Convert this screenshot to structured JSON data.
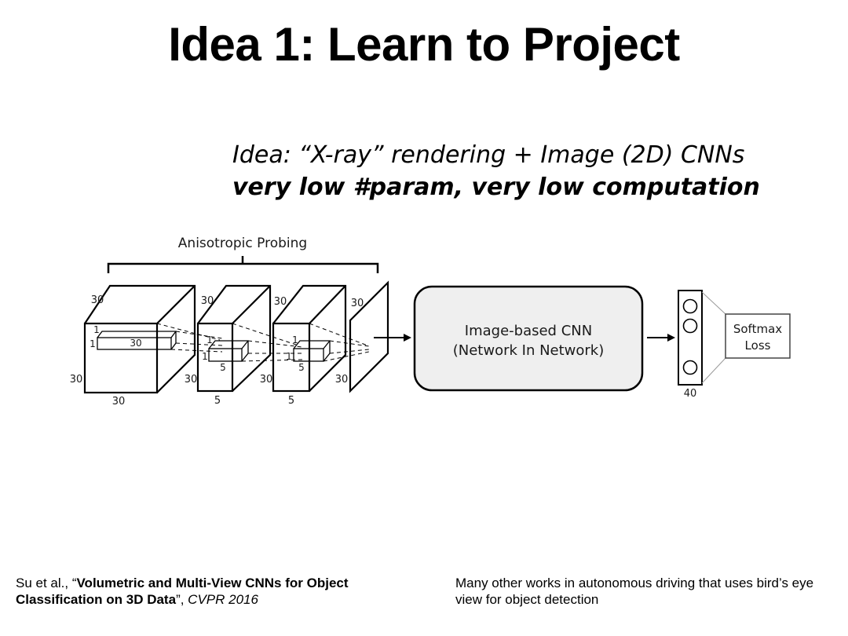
{
  "slide": {
    "title": "Idea 1: Learn to Project",
    "idea_line1": "Idea: “X-ray” rendering + Image (2D) CNNs",
    "idea_line2": "very low #param, very low computation"
  },
  "diagram": {
    "brace_label": "Anisotropic Probing",
    "cube1": {
      "top": "30",
      "left": "30",
      "bottom": "30",
      "inner_a": "1",
      "inner_b": "1",
      "inner_len": "30"
    },
    "cube2": {
      "top": "30",
      "left": "30",
      "bottom": "5",
      "inner_a": "1",
      "inner_b": "1",
      "inner_c": "5"
    },
    "cube3": {
      "top": "30",
      "left": "30",
      "bottom": "5",
      "inner_a": "1",
      "inner_b": "1",
      "inner_c": "5"
    },
    "plane": {
      "top": "30",
      "left": "30"
    },
    "cnn_line1": "Image-based CNN",
    "cnn_line2": "(Network In Network)",
    "fc_size": "40",
    "softmax_line1": "Softmax",
    "softmax_line2": "Loss"
  },
  "citation_left": {
    "prefix": "Su et al., “",
    "bold": "Volumetric and Multi-View CNNs for Object Classification on 3D Data",
    "mid": "”, ",
    "venue": "CVPR 2016"
  },
  "citation_right": "Many other works in autonomous driving that uses bird’s eye view for object detection"
}
